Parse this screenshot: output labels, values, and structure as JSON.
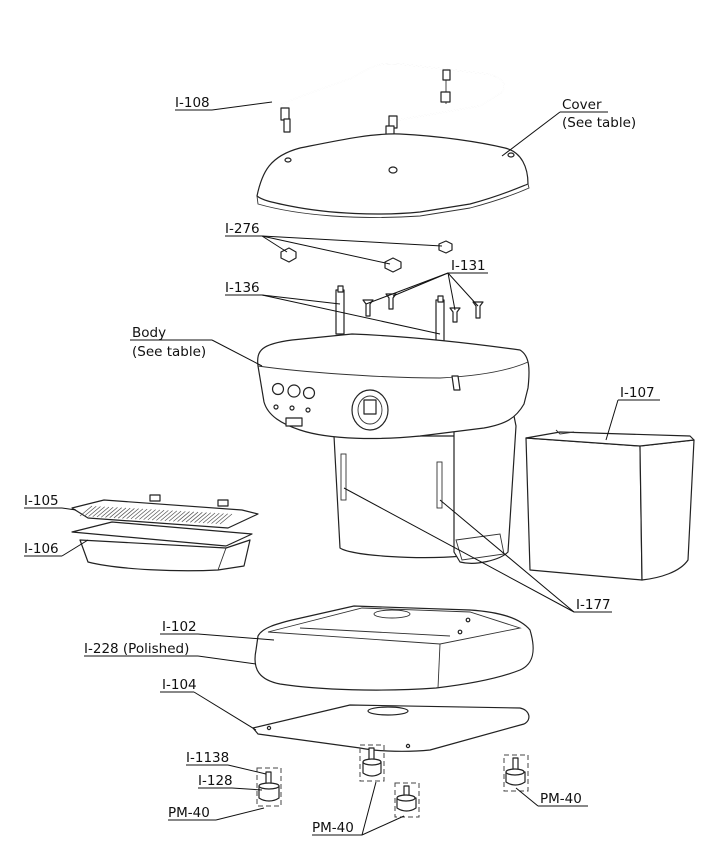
{
  "labels": {
    "i108": "I-108",
    "cover": "Cover",
    "cover_note": "(See table)",
    "i276": "I-276",
    "i131": "I-131",
    "i136": "I-136",
    "body": "Body",
    "body_note": "(See table)",
    "i107": "I-107",
    "i105": "I-105",
    "i106": "I-106",
    "i177": "I-177",
    "i102": "I-102",
    "i228": "I-228 (Polished)",
    "i104": "I-104",
    "i1138": "I-1138",
    "i128": "I-128",
    "pm40_left": "PM-40",
    "pm40_center": "PM-40",
    "pm40_right": "PM-40"
  }
}
